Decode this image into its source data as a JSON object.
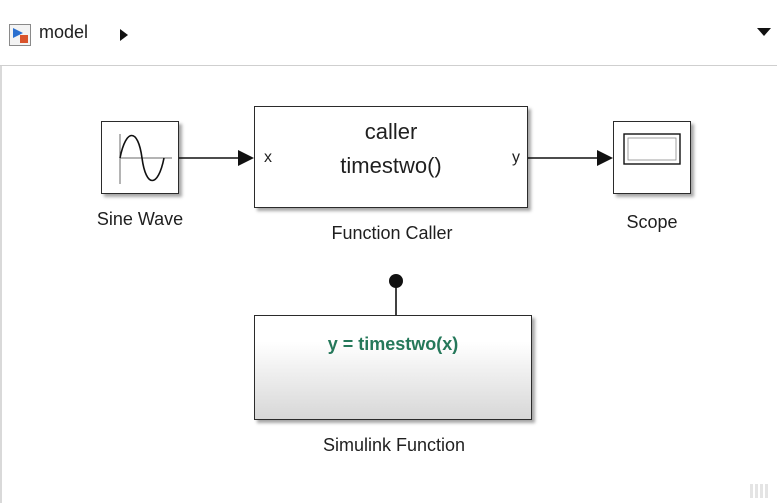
{
  "breadcrumb": {
    "model_label": "model"
  },
  "blocks": {
    "sine_wave": {
      "label": "Sine Wave"
    },
    "function_caller": {
      "label": "Function Caller",
      "line1": "caller",
      "line2": "timestwo()",
      "input_port": "x",
      "output_port": "y"
    },
    "scope": {
      "label": "Scope"
    },
    "simulink_function": {
      "label": "Simulink Function",
      "signature": "y = timestwo(x)",
      "signature_color": "#25785a"
    }
  },
  "icons": [
    "model-icon",
    "breadcrumb-arrow-icon",
    "dropdown-arrow-icon",
    "sine-wave-icon",
    "scope-icon"
  ]
}
